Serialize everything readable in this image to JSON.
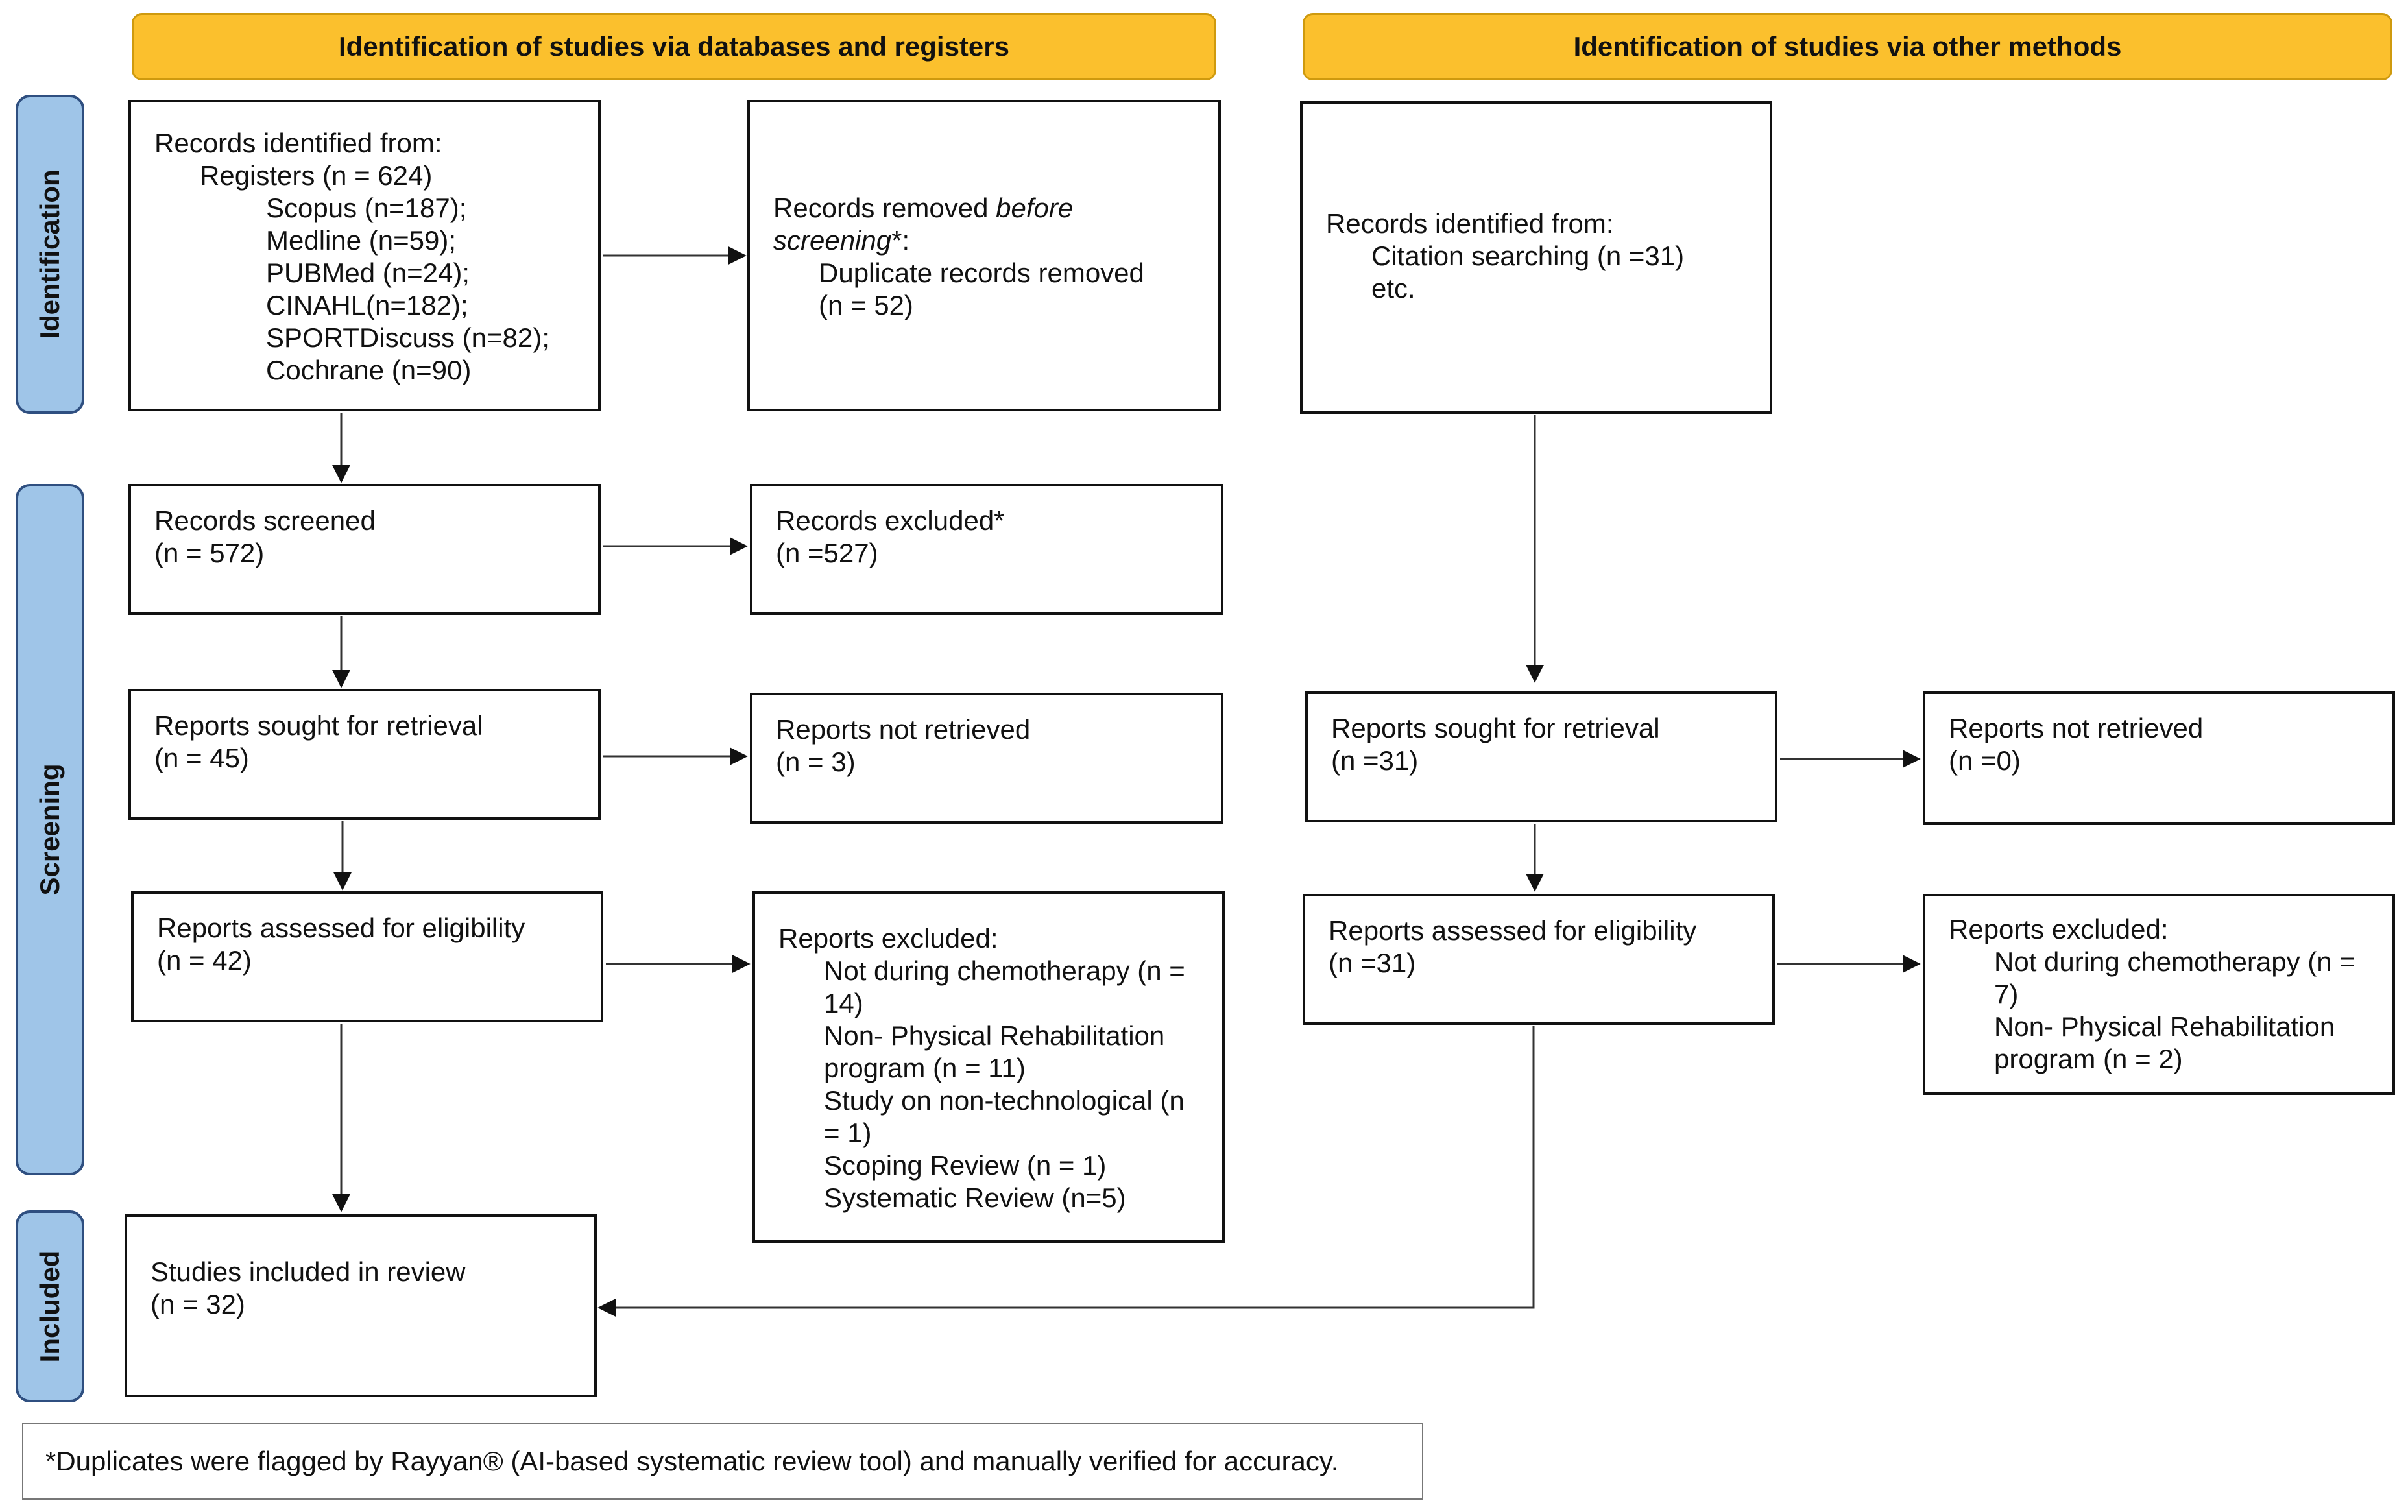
{
  "headers": {
    "databases": "Identification of studies via databases and registers",
    "other": "Identification of studies via other methods"
  },
  "phases": {
    "identification": "Identification",
    "screening": "Screening",
    "included": "Included"
  },
  "db": {
    "records_identified": {
      "title": "Records identified from:",
      "registers": "Registers (n = 624)",
      "sources": [
        "Scopus (n=187);",
        "Medline (n=59);",
        "PUBMed (n=24);",
        "CINAHL(n=182);",
        "SPORTDiscuss (n=82);",
        "Cochrane (n=90)"
      ]
    },
    "records_removed": {
      "prefix": "Records removed ",
      "before": "before",
      "screening": "screening",
      "suffix": "*:",
      "line1": "Duplicate records removed",
      "line2": "(n = 52)"
    },
    "records_screened": {
      "title": "Records screened",
      "n": "(n = 572)"
    },
    "records_excluded": {
      "title": "Records excluded*",
      "n": "(n =527)"
    },
    "reports_sought": {
      "title": "Reports sought for retrieval",
      "n": "(n = 45)"
    },
    "reports_not_retrieved": {
      "title": "Reports not retrieved",
      "n": "(n = 3)"
    },
    "reports_assessed": {
      "title": "Reports assessed for eligibility",
      "n": "(n = 42)"
    },
    "reports_excluded": {
      "title": "Reports excluded:",
      "items": [
        "Not during chemotherapy (n = 14)",
        "Non- Physical Rehabilitation program (n = 11)",
        "Study on non-technological (n = 1)",
        "Scoping Review (n = 1)",
        "Systematic Review (n=5)"
      ]
    },
    "studies_included": {
      "title": "Studies included in review",
      "n": "(n = 32)"
    }
  },
  "other": {
    "records_identified": {
      "title": "Records identified from:",
      "line1": "Citation searching (n =31)",
      "line2": "etc."
    },
    "reports_sought": {
      "title": "Reports sought for retrieval",
      "n": "(n =31)"
    },
    "reports_not_retrieved": {
      "title": "Reports not retrieved",
      "n": "(n =0)"
    },
    "reports_assessed": {
      "title": "Reports assessed for eligibility",
      "n": "(n =31)"
    },
    "reports_excluded": {
      "title": "Reports excluded:",
      "items": [
        "Not during chemotherapy (n = 7)",
        "Non- Physical Rehabilitation program (n = 2)"
      ]
    }
  },
  "footnote": "*Duplicates were flagged by Rayyan® (AI-based systematic review tool) and manually verified for accuracy.",
  "colors": {
    "header_fill": "#fbc02d",
    "phase_fill": "#9fc5e8",
    "phase_border": "#2f4f80"
  }
}
